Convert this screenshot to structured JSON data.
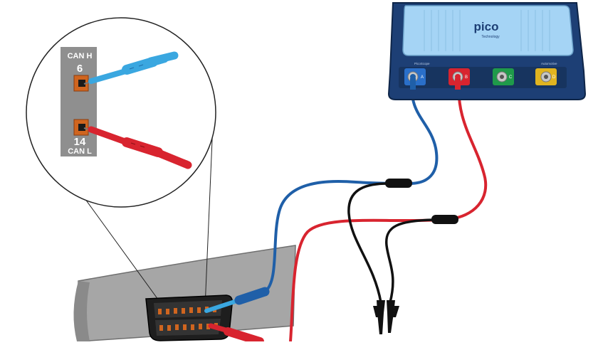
{
  "device": {
    "brand": "pico",
    "tagline": "Technology",
    "left_label": "PicoScope",
    "right_label": "Automotive",
    "channels": [
      {
        "letter": "A",
        "color": "#2a6fc9"
      },
      {
        "letter": "B",
        "color": "#d8242f"
      },
      {
        "letter": "C",
        "color": "#1f9a4a"
      },
      {
        "letter": "D",
        "color": "#e0b420"
      }
    ]
  },
  "pins": {
    "top_label": "CAN H",
    "top_number": "6",
    "bottom_number": "14",
    "bottom_label": "CAN L"
  },
  "colors": {
    "can_h_wire": "#1f5fa8",
    "can_h_probe": "#3aa7e0",
    "can_l_wire": "#d8242f",
    "ground_wire": "#111111",
    "connector_pin": "#d0651f"
  }
}
